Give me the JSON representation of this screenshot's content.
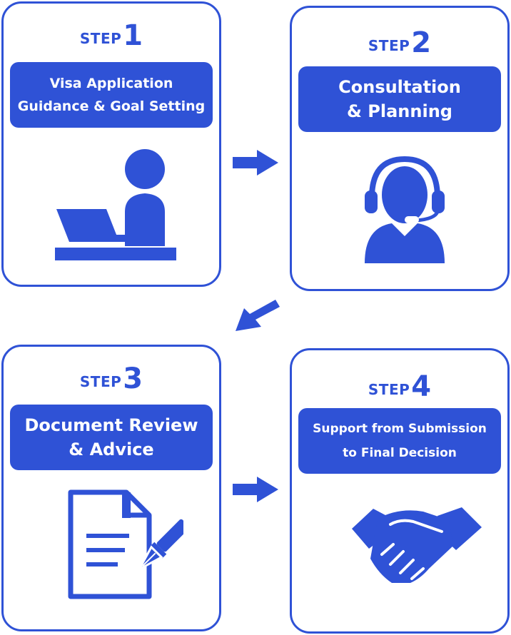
{
  "theme": {
    "accent": "#2f52d6",
    "background": "#ffffff"
  },
  "steps": [
    {
      "word": "STEP",
      "number": "1",
      "title_lines": [
        "Visa Application",
        "Guidance & Goal Setting"
      ],
      "icon": "person-at-laptop-icon"
    },
    {
      "word": "STEP",
      "number": "2",
      "title_lines": [
        "Consultation",
        "& Planning"
      ],
      "icon": "headset-agent-icon"
    },
    {
      "word": "STEP",
      "number": "3",
      "title_lines": [
        "Document Review",
        "& Advice"
      ],
      "icon": "document-pen-icon"
    },
    {
      "word": "STEP",
      "number": "4",
      "title_lines": [
        "Support from Submission",
        "to Final Decision"
      ],
      "icon": "handshake-icon"
    }
  ],
  "connectors": [
    {
      "from": "1",
      "to": "2",
      "icon": "arrow-right-icon"
    },
    {
      "from": "2",
      "to": "3",
      "icon": "arrow-down-left-icon"
    },
    {
      "from": "3",
      "to": "4",
      "icon": "arrow-right-icon"
    }
  ]
}
